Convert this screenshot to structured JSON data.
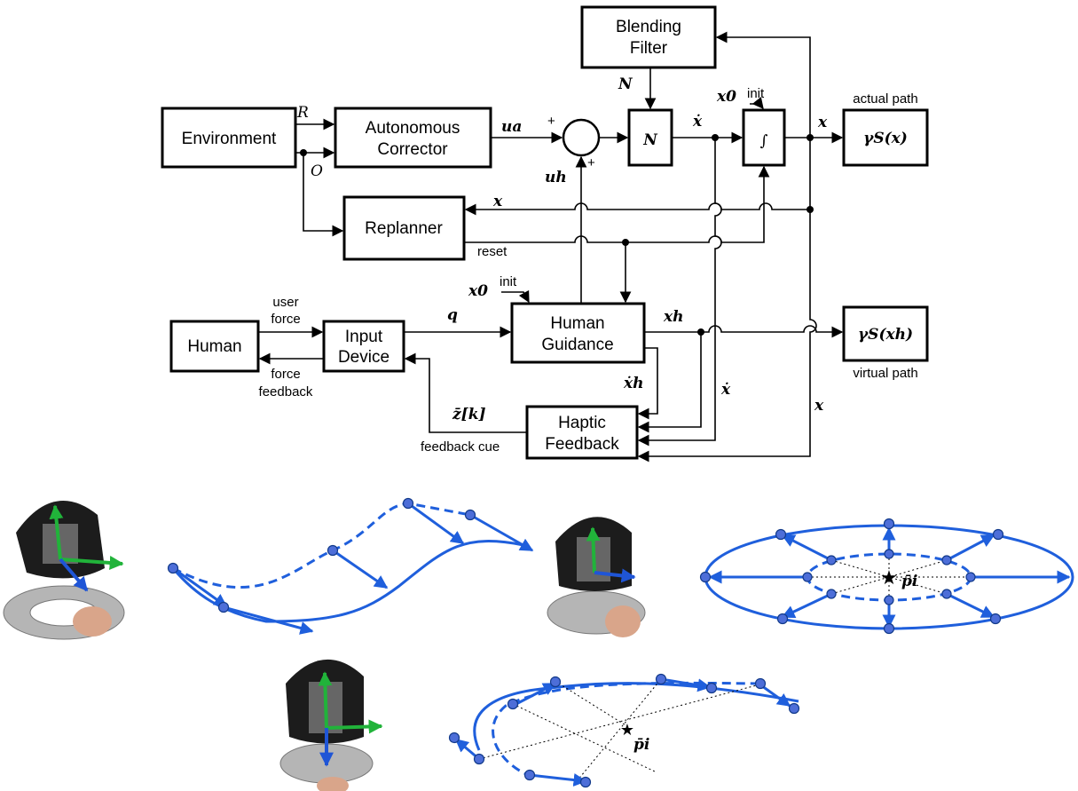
{
  "blocks": {
    "blending": [
      "Blending",
      "Filter"
    ],
    "environment": "Environment",
    "autonomous": [
      "Autonomous",
      "Corrector"
    ],
    "n_block": "N",
    "integrator": "∫",
    "gamma_actual": "γS(x)",
    "replanner": "Replanner",
    "human": "Human",
    "input_device": [
      "Input",
      "Device"
    ],
    "human_guidance": [
      "Human",
      "Guidance"
    ],
    "haptic": [
      "Haptic",
      "Feedback"
    ],
    "gamma_virtual": "γS(xh)"
  },
  "labels": {
    "actual_path": "actual path",
    "virtual_path": "virtual path",
    "init_top": "init",
    "init_bottom": "init",
    "reset": "reset",
    "user_force": [
      "user",
      "force"
    ],
    "force_feedback": [
      "force",
      "feedback"
    ],
    "feedback_cue": "feedback cue",
    "plus_a": "+",
    "plus_h": "+"
  },
  "symbols": {
    "R": "R",
    "O": "O",
    "N_in": "N",
    "ua": "ua",
    "uh": "uh",
    "xdot": "ẋ",
    "x0_top": "x0",
    "x_out": "x",
    "x_back": "x",
    "x0_bottom": "x0",
    "q": "q",
    "xh": "xh",
    "xh_dot": "ẋh",
    "xdot_low": "ẋ",
    "x_low": "x",
    "zbar": "z̄[k]",
    "p_mid": "p̄i",
    "p_bottom": "p̄i"
  },
  "colors": {
    "path_blue": "#1f5fdc",
    "axis_green": "#21b33a",
    "axis_blue": "#1f55d6"
  }
}
